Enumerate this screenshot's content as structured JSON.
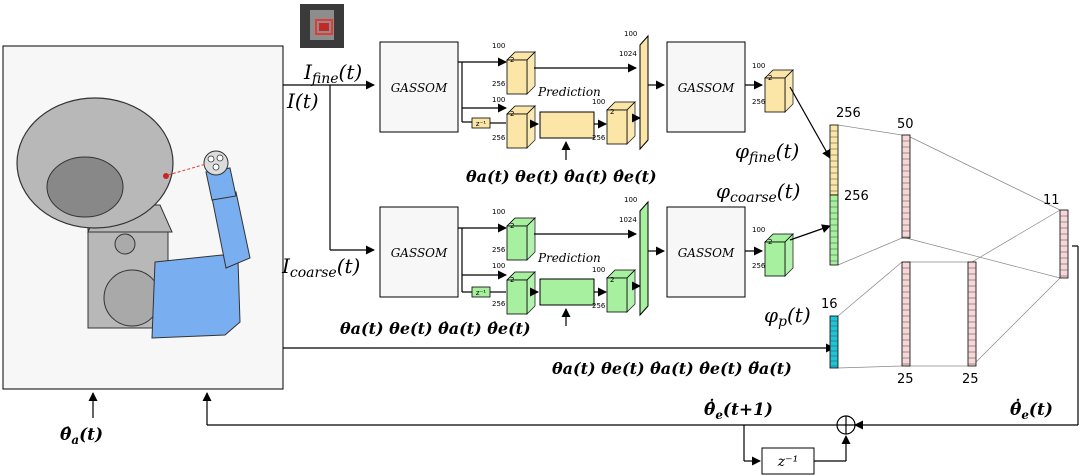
{
  "colors": {
    "fine": "#fbe6a8",
    "coarse": "#a6f0a0",
    "proprio": "#1fc4d6",
    "hidden": "#f6d6d6",
    "robot_body": "#b8b8b8",
    "robot_arm": "#79aef0",
    "box_fill": "#f7f7f7"
  },
  "icons": {
    "robot": "robot-head-icon",
    "thumbnail": "patch-thumbnail-icon",
    "sum": "sum-circle-icon"
  },
  "labels": {
    "i_fine": "I_fine(t)",
    "i_t": "I(t)",
    "i_coarse": "I_coarse(t)",
    "gassom": "GASSOM",
    "prediction": "Prediction",
    "phi_fine": "φ_fine(t)",
    "phi_coarse": "φ_coarse(t)",
    "phi_p": "φ_p(t)",
    "theta_a_hat": "θ̂_a(t)",
    "theta_e_hat_next": "θ̂̇_e(t+1)",
    "theta_e_hat": "θ̂̇_e(t)",
    "delay": "z⁻¹",
    "state_fine": "θa(t) θe(t) θ̇a(t) θ̇e(t)",
    "state_coarse": "θa(t) θe(t) θ̇a(t) θ̇e(t)",
    "state_proprio": "θa(t) θe(t) θ̇a(t) θ̇e(t) θ̈a(t)"
  },
  "dims": {
    "d100": "100",
    "d256": "256",
    "d1024": "1024",
    "d2": "2",
    "fine_n": "256",
    "coarse_n": "256",
    "proprio_n": "16",
    "hidden1": "50",
    "hidden2a": "25",
    "hidden2b": "25",
    "output": "11"
  }
}
